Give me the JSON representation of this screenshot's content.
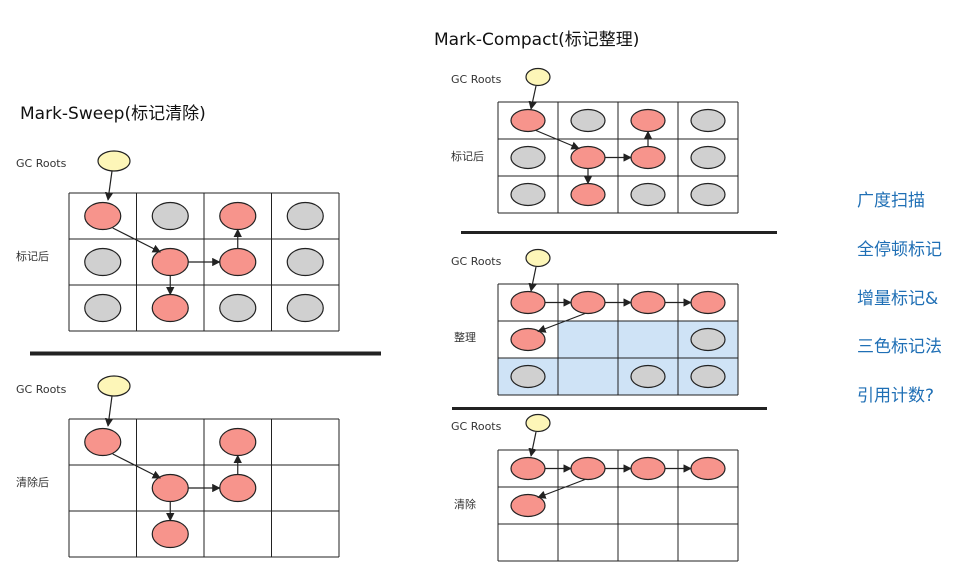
{
  "colors": {
    "root": "#fdf6b8",
    "marked": "#f7948c",
    "unmarked": "#d0d0d0",
    "highlight": "#cfe3f6",
    "side_text": "#1f6fb5"
  },
  "mark_sweep": {
    "title": "Mark-Sweep(标记清除)",
    "panels": [
      {
        "gc_roots": "GC Roots",
        "row_label": "标记后"
      },
      {
        "gc_roots": "GC Roots",
        "row_label": "清除后"
      }
    ]
  },
  "mark_compact": {
    "title": "Mark-Compact(标记整理)",
    "panels": [
      {
        "gc_roots": "GC Roots",
        "row_label": "标记后"
      },
      {
        "gc_roots": "GC Roots",
        "row_label": "整理"
      },
      {
        "gc_roots": "GC Roots",
        "row_label": "清除"
      }
    ]
  },
  "side_notes": [
    "广度扫描",
    "全停顿标记",
    "增量标记&",
    "三色标记法",
    "引用计数?"
  ]
}
